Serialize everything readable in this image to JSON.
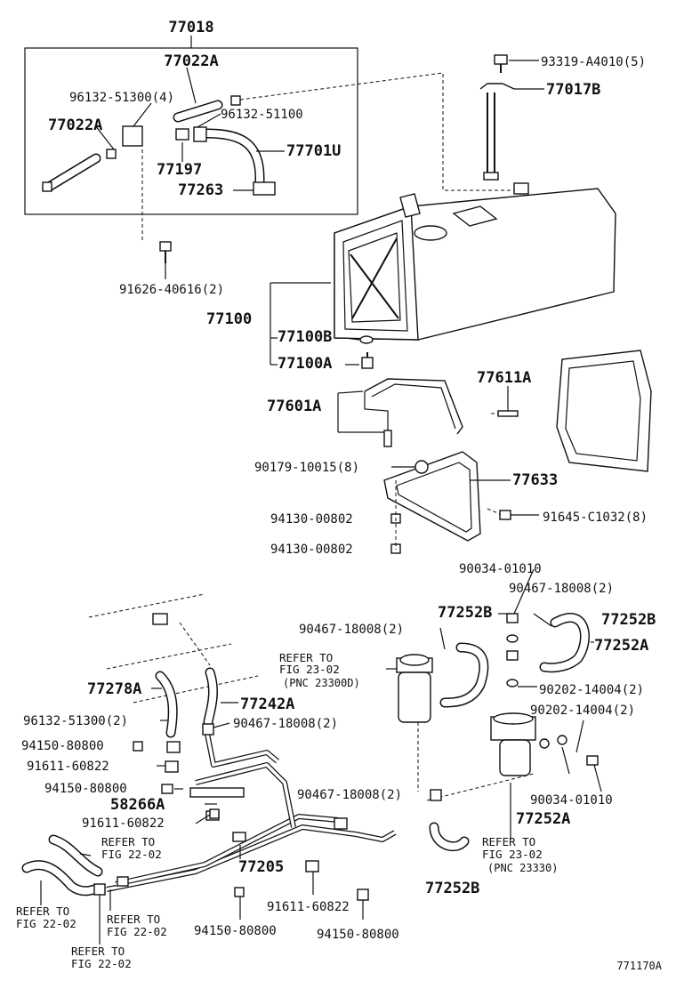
{
  "figure_code": "771170A",
  "labels": {
    "p77018": "77018",
    "p77022A_top": "77022A",
    "p96132_51300_4": "96132-51300(4)",
    "p96132_51100": "96132-51100",
    "p77022A_left": "77022A",
    "p77701U": "77701U",
    "p77197": "77197",
    "p77263": "77263",
    "p93319": "93319-A4010(5)",
    "p77017B": "77017B",
    "p91626": "91626-40616(2)",
    "p77100": "77100",
    "p77100B": "77100B",
    "p77100A": "77100A",
    "p77611A": "77611A",
    "p77601A": "77601A",
    "p90179": "90179-10015(8)",
    "p77633": "77633",
    "p94130_a": "94130-00802",
    "p91645": "91645-C1032(8)",
    "p94130_b": "94130-00802",
    "p90034_a": "90034-01010",
    "p90467_a": "90467-18008(2)",
    "p77252B_top": "77252B",
    "p90467_b": "90467-18008(2)",
    "p77252B_right": "77252B",
    "p77252A_right": "77252A",
    "p90202_a": "90202-14004(2)",
    "p90202_b": "90202-14004(2)",
    "p77278A": "77278A",
    "p77242A": "77242A",
    "p96132_51300_2": "96132-51300(2)",
    "p90467_c": "90467-18008(2)",
    "p94150_a": "94150-80800",
    "p91611_a": "91611-60822",
    "p94150_b": "94150-80800",
    "p58266A": "58266A",
    "p91611_b": "91611-60822",
    "p90467_d": "90467-18008(2)",
    "p90034_b": "90034-01010",
    "p77252A_bottom": "77252A",
    "p77205": "77205",
    "p91611_c": "91611-60822",
    "p94150_c": "94150-80800",
    "p94150_d": "94150-80800",
    "p77252B_bottom": "77252B"
  },
  "refs": {
    "ref_23_02_left": [
      "REFER TO",
      "FIG 23-02",
      "(PNC 23300D)"
    ],
    "ref_23_02_right": [
      "REFER TO",
      "FIG 23-02",
      "(PNC 23330)"
    ],
    "ref_22_02_a": [
      "REFER TO",
      "FIG 22-02"
    ],
    "ref_22_02_b": [
      "REFER TO",
      "FIG 22-02"
    ],
    "ref_22_02_c": [
      "REFER TO",
      "FIG 22-02"
    ],
    "ref_22_02_d": [
      "REFER TO",
      "FIG 22-02"
    ]
  }
}
